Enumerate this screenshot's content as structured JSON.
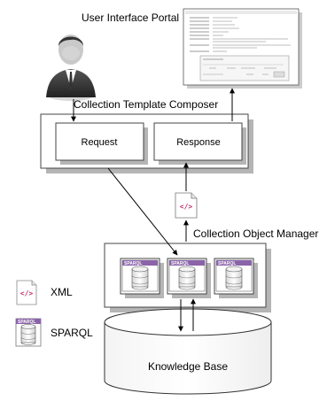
{
  "labels": {
    "user_interface_portal": "User Interface Portal",
    "collection_template_composer": "Collection Template Composer",
    "request": "Request",
    "response": "Response",
    "collection_object_manager": "Collection Object Manager",
    "knowledge_base": "Knowledge Base"
  },
  "sparql_tiles": [
    "SPARQL",
    "SPARQL",
    "SPARQL"
  ],
  "legend": {
    "xml_label": "XML",
    "sparql_label": "SPARQL",
    "sparql_icon_tag": "SPARQL"
  },
  "xml_glyph": "</>",
  "icons": {
    "user": "user-avatar-icon",
    "xml": "xml-document-icon",
    "sparql": "sparql-database-icon"
  },
  "colors": {
    "box_border": "#444444",
    "box_shadow": "#aaaaaa",
    "sparql_header": "#8a63a8",
    "xml_glyph": "#c0306a",
    "arrow": "#000000"
  }
}
